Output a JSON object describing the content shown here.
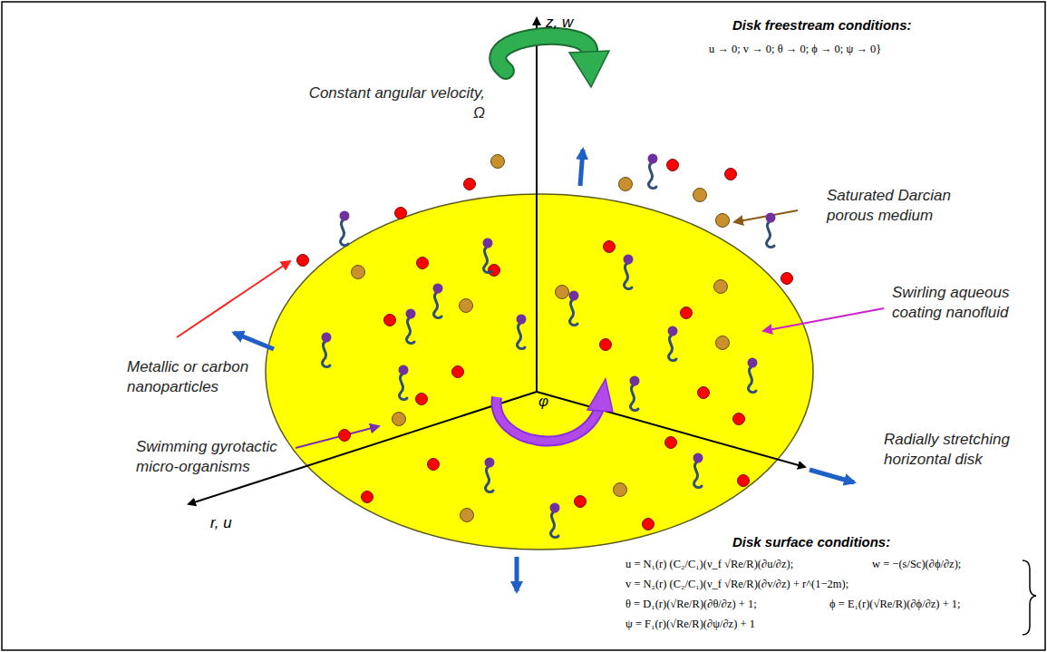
{
  "diagram": {
    "labels": [
      "z, w",
      "Constant angular velocity, Ω",
      "Disk freestream conditions:",
      "u → 0;  v → 0;  θ → 0;  ϕ → 0;  ψ → 0}",
      "Saturated Darcian porous medium",
      "Swirling aqueous coating nanofluid",
      "Metallic or carbon nanoparticles",
      "Radially stretching horizontal disk",
      "Swimming gyrotactic micro-organisms",
      "φ",
      "r, u",
      "Disk surface conditions:",
      "u = N₁(r) (C₂/C₁)(ν_f √Re/R)(∂u/∂z);",
      "v = N₂(r) (C₂/C₁)(ν_f √Re/R)(∂v/∂z) + r^(1−2m);",
      "w = −(s/Sc)(∂ϕ/∂z);",
      "θ = D₁(r)(√Re/R)(∂θ/∂z) + 1;",
      "ϕ = E₁(r)(√Re/R)(∂ϕ/∂z) + 1;",
      "ψ = F₁(r)(√Re/R)(∂ψ/∂z) + 1"
    ]
  }
}
